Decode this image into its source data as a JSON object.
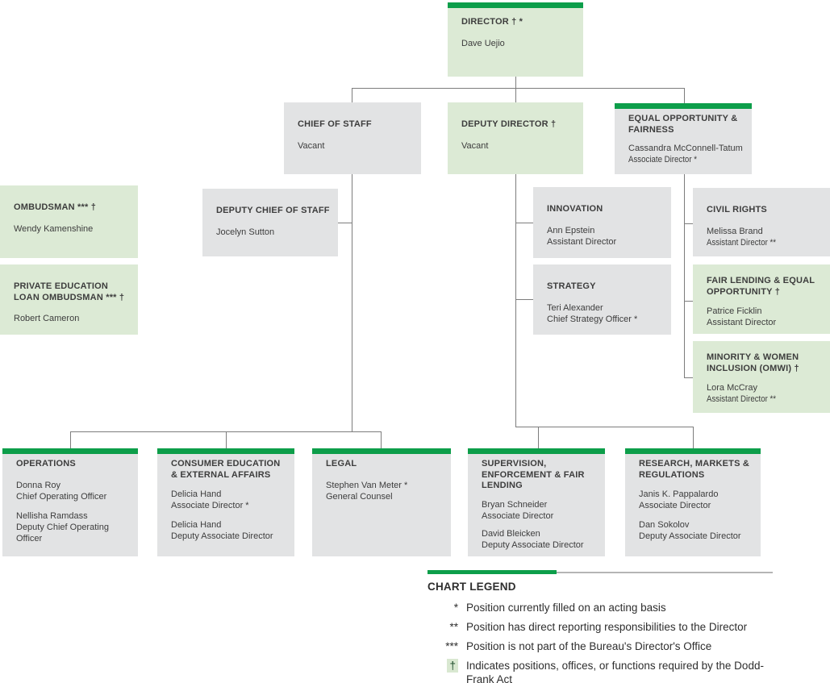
{
  "boxes": {
    "director": {
      "title": "DIRECTOR † *",
      "people": [
        {
          "name": "Dave Uejio"
        }
      ]
    },
    "chief_of_staff": {
      "title": "CHIEF OF STAFF",
      "people": [
        {
          "name": "Vacant"
        }
      ]
    },
    "deputy_director": {
      "title": "DEPUTY DIRECTOR †",
      "people": [
        {
          "name": "Vacant"
        }
      ]
    },
    "equal_opportunity": {
      "title": "EQUAL OPPORTUNITY & FAIRNESS",
      "people": [
        {
          "name": "Cassandra McConnell-Tatum",
          "role": "Associate Director *"
        }
      ]
    },
    "ombudsman": {
      "title": "OMBUDSMAN *** †",
      "people": [
        {
          "name": "Wendy Kamenshine"
        }
      ]
    },
    "deputy_chief_of_staff": {
      "title": "DEPUTY CHIEF OF STAFF",
      "people": [
        {
          "name": "Jocelyn Sutton"
        }
      ]
    },
    "private_loan_ombudsman": {
      "title": "PRIVATE EDUCATION LOAN  OMBUDSMAN *** †",
      "people": [
        {
          "name": "Robert Cameron"
        }
      ]
    },
    "innovation": {
      "title": "INNOVATION",
      "people": [
        {
          "name": "Ann Epstein",
          "role": "Assistant Director"
        }
      ]
    },
    "civil_rights": {
      "title": "CIVIL RIGHTS",
      "people": [
        {
          "name": "Melissa Brand",
          "role": "Assistant Director **"
        }
      ]
    },
    "strategy": {
      "title": "STRATEGY",
      "people": [
        {
          "name": "Teri Alexander",
          "role": "Chief Strategy Officer *"
        }
      ]
    },
    "fair_lending": {
      "title": "FAIR LENDING & EQUAL OPPORTUNITY †",
      "people": [
        {
          "name": "Patrice Ficklin",
          "role": "Assistant Director"
        }
      ]
    },
    "minority_inclusion": {
      "title": "MINORITY & WOMEN INCLUSION (OMWI) †",
      "people": [
        {
          "name": "Lora McCray",
          "role": "Assistant Director **"
        }
      ]
    },
    "operations": {
      "title": "OPERATIONS",
      "people": [
        {
          "name": "Donna Roy",
          "role": "Chief Operating Officer"
        },
        {
          "name": "Nellisha Ramdass",
          "role": "Deputy Chief Operating Officer"
        }
      ]
    },
    "consumer_education": {
      "title": "CONSUMER EDUCATION & EXTERNAL AFFAIRS",
      "people": [
        {
          "name": "Delicia Hand",
          "role": "Associate Director *"
        },
        {
          "name": "Delicia Hand",
          "role": "Deputy Associate Director"
        }
      ]
    },
    "legal": {
      "title": "LEGAL",
      "people": [
        {
          "name": "Stephen Van Meter *",
          "role": "General Counsel"
        }
      ]
    },
    "supervision": {
      "title": "SUPERVISION, ENFORCEMENT & FAIR LENDING",
      "people": [
        {
          "name": "Bryan Schneider",
          "role": "Associate Director"
        },
        {
          "name": "David Bleicken",
          "role": "Deputy Associate Director"
        }
      ]
    },
    "research": {
      "title": "RESEARCH, MARKETS  & REGULATIONS",
      "people": [
        {
          "name": "Janis K. Pappalardo",
          "role": "Associate Director"
        },
        {
          "name": "Dan Sokolov",
          "role": "Deputy Associate Director"
        }
      ]
    }
  },
  "legend": {
    "title": "CHART LEGEND",
    "items": [
      {
        "symbol": "*",
        "text": "Position currently filled on an acting basis"
      },
      {
        "symbol": "**",
        "text": "Position has direct reporting responsibilities to the Director"
      },
      {
        "symbol": "***",
        "text": "Position is not part of the Bureau's Director's Office"
      },
      {
        "symbol": "†",
        "text": "Indicates positions, offices, or functions required by the Dodd-Frank Act"
      }
    ]
  },
  "colors": {
    "accent_green": "#0d9e4a",
    "box_green": "#dcead5",
    "box_gray": "#e2e3e4",
    "connector_gray": "#7d7d7d",
    "legend_badge_green": "#d9e8d1"
  }
}
